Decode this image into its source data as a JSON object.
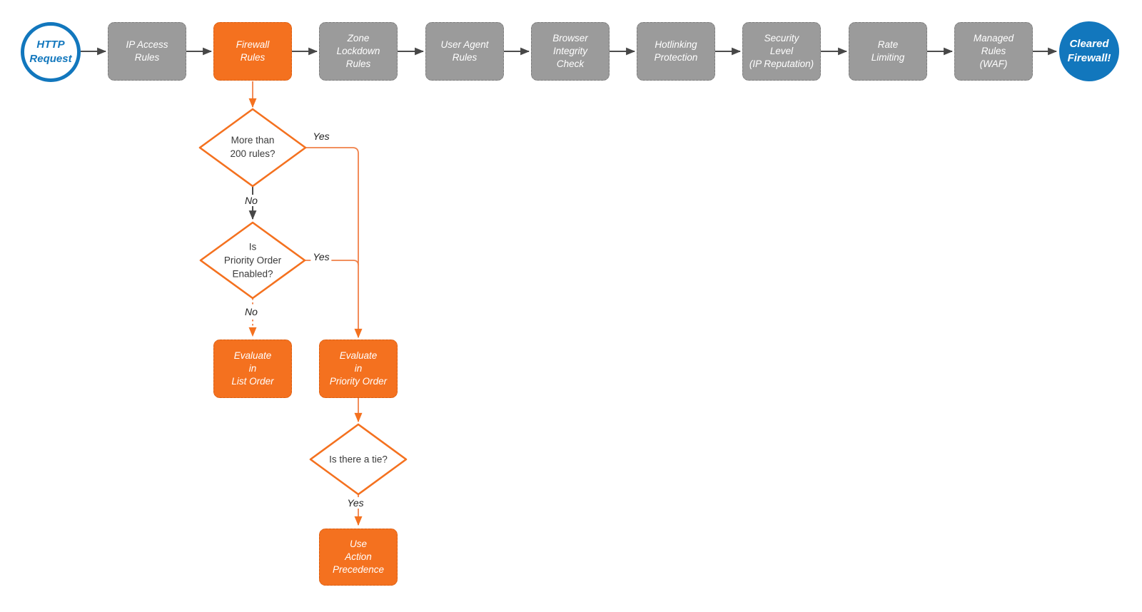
{
  "colors": {
    "orange_fill": "#F4711F",
    "orange_line": "#F08048",
    "gray_fill": "#9B9B9B",
    "dark_line": "#4D4D4D",
    "blue": "#1277BD",
    "background": "#FFFFFF"
  },
  "nodes": {
    "http_request": {
      "label": "HTTP\nRequest"
    },
    "ip_access": {
      "label": "IP Access\nRules"
    },
    "firewall_rules": {
      "label": "Firewall\nRules"
    },
    "zone_lockdown": {
      "label": "Zone\nLockdown\nRules"
    },
    "user_agent": {
      "label": "User Agent\nRules"
    },
    "browser_integrity": {
      "label": "Browser\nIntegrity\nCheck"
    },
    "hotlinking": {
      "label": "Hotlinking\nProtection"
    },
    "security_level": {
      "label": "Security\nLevel\n(IP Reputation)"
    },
    "rate_limiting": {
      "label": "Rate\nLimiting"
    },
    "managed_rules": {
      "label": "Managed\nRules\n(WAF)"
    },
    "cleared_firewall": {
      "label": "Cleared\nFirewall!"
    },
    "decision_more_than_200": {
      "label": "More than\n200 rules?"
    },
    "decision_priority_enabled": {
      "label": "Is\nPriority Order\nEnabled?"
    },
    "decision_tie": {
      "label": "Is there a tie?"
    },
    "evaluate_list": {
      "label": "Evaluate\nin\nList Order"
    },
    "evaluate_priority": {
      "label": "Evaluate\nin\nPriority Order"
    },
    "use_action_precedence": {
      "label": "Use\nAction\nPrecedence"
    }
  },
  "edge_labels": {
    "d1_yes": "Yes",
    "d1_no": "No",
    "d2_yes": "Yes",
    "d2_no": "No",
    "d3_yes": "Yes"
  }
}
